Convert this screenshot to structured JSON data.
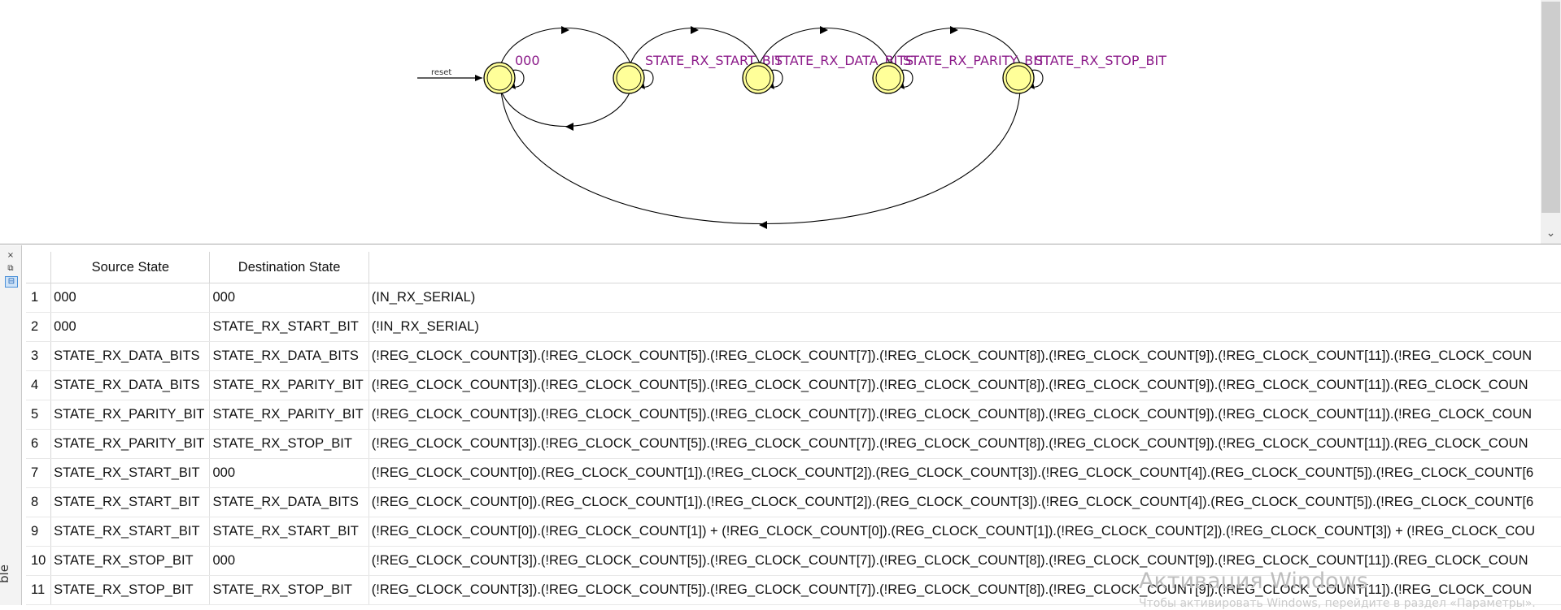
{
  "diagram": {
    "reset_label": "reset",
    "states": [
      {
        "id": "s0",
        "label": "000"
      },
      {
        "id": "s1",
        "label": "STATE_RX_START_BIT"
      },
      {
        "id": "s2",
        "label": "STATE_RX_DATA_BITS"
      },
      {
        "id": "s3",
        "label": "STATE_RX_PARITY_BIT"
      },
      {
        "id": "s4",
        "label": "STATE_RX_STOP_BIT"
      }
    ],
    "state_fill": "#ffff99",
    "label_color": "#8b1a89"
  },
  "table": {
    "columns": [
      "",
      "Source State",
      "Destination State",
      ""
    ],
    "rows": [
      {
        "index": "1",
        "source": "000",
        "destination": "000",
        "condition": "(IN_RX_SERIAL)"
      },
      {
        "index": "2",
        "source": "000",
        "destination": "STATE_RX_START_BIT",
        "condition": "(!IN_RX_SERIAL)"
      },
      {
        "index": "3",
        "source": "STATE_RX_DATA_BITS",
        "destination": "STATE_RX_DATA_BITS",
        "condition": "(!REG_CLOCK_COUNT[3]).(!REG_CLOCK_COUNT[5]).(!REG_CLOCK_COUNT[7]).(!REG_CLOCK_COUNT[8]).(!REG_CLOCK_COUNT[9]).(!REG_CLOCK_COUNT[11]).(!REG_CLOCK_COUN"
      },
      {
        "index": "4",
        "source": "STATE_RX_DATA_BITS",
        "destination": "STATE_RX_PARITY_BIT",
        "condition": "(!REG_CLOCK_COUNT[3]).(!REG_CLOCK_COUNT[5]).(!REG_CLOCK_COUNT[7]).(!REG_CLOCK_COUNT[8]).(!REG_CLOCK_COUNT[9]).(!REG_CLOCK_COUNT[11]).(REG_CLOCK_COUN"
      },
      {
        "index": "5",
        "source": "STATE_RX_PARITY_BIT",
        "destination": "STATE_RX_PARITY_BIT",
        "condition": "(!REG_CLOCK_COUNT[3]).(!REG_CLOCK_COUNT[5]).(!REG_CLOCK_COUNT[7]).(!REG_CLOCK_COUNT[8]).(!REG_CLOCK_COUNT[9]).(!REG_CLOCK_COUNT[11]).(!REG_CLOCK_COUN"
      },
      {
        "index": "6",
        "source": "STATE_RX_PARITY_BIT",
        "destination": "STATE_RX_STOP_BIT",
        "condition": "(!REG_CLOCK_COUNT[3]).(!REG_CLOCK_COUNT[5]).(!REG_CLOCK_COUNT[7]).(!REG_CLOCK_COUNT[8]).(!REG_CLOCK_COUNT[9]).(!REG_CLOCK_COUNT[11]).(REG_CLOCK_COUN"
      },
      {
        "index": "7",
        "source": "STATE_RX_START_BIT",
        "destination": "000",
        "condition": "(!REG_CLOCK_COUNT[0]).(REG_CLOCK_COUNT[1]).(!REG_CLOCK_COUNT[2]).(REG_CLOCK_COUNT[3]).(!REG_CLOCK_COUNT[4]).(REG_CLOCK_COUNT[5]).(!REG_CLOCK_COUNT[6"
      },
      {
        "index": "8",
        "source": "STATE_RX_START_BIT",
        "destination": "STATE_RX_DATA_BITS",
        "condition": "(!REG_CLOCK_COUNT[0]).(REG_CLOCK_COUNT[1]).(!REG_CLOCK_COUNT[2]).(REG_CLOCK_COUNT[3]).(!REG_CLOCK_COUNT[4]).(REG_CLOCK_COUNT[5]).(!REG_CLOCK_COUNT[6"
      },
      {
        "index": "9",
        "source": "STATE_RX_START_BIT",
        "destination": "STATE_RX_START_BIT",
        "condition": "(!REG_CLOCK_COUNT[0]).(!REG_CLOCK_COUNT[1]) + (!REG_CLOCK_COUNT[0]).(REG_CLOCK_COUNT[1]).(!REG_CLOCK_COUNT[2]).(!REG_CLOCK_COUNT[3]) + (!REG_CLOCK_COU"
      },
      {
        "index": "10",
        "source": "STATE_RX_STOP_BIT",
        "destination": "000",
        "condition": "(!REG_CLOCK_COUNT[3]).(!REG_CLOCK_COUNT[5]).(!REG_CLOCK_COUNT[7]).(!REG_CLOCK_COUNT[8]).(!REG_CLOCK_COUNT[9]).(!REG_CLOCK_COUNT[11]).(REG_CLOCK_COUN"
      },
      {
        "index": "11",
        "source": "STATE_RX_STOP_BIT",
        "destination": "STATE_RX_STOP_BIT",
        "condition": "(!REG_CLOCK_COUNT[3]).(!REG_CLOCK_COUNT[5]).(!REG_CLOCK_COUNT[7]).(!REG_CLOCK_COUNT[8]).(!REG_CLOCK_COUNT[9]).(!REG_CLOCK_COUNT[11]).(!REG_CLOCK_COUN"
      }
    ]
  },
  "dock": {
    "close_glyph": "×",
    "float_glyph": "⧉",
    "pin_glyph": "⊟",
    "tab_label": "ble"
  },
  "watermark": {
    "title": "Активация Windows",
    "subtitle": "Чтобы активировать Windows, перейдите в раздел «Параметры»."
  }
}
